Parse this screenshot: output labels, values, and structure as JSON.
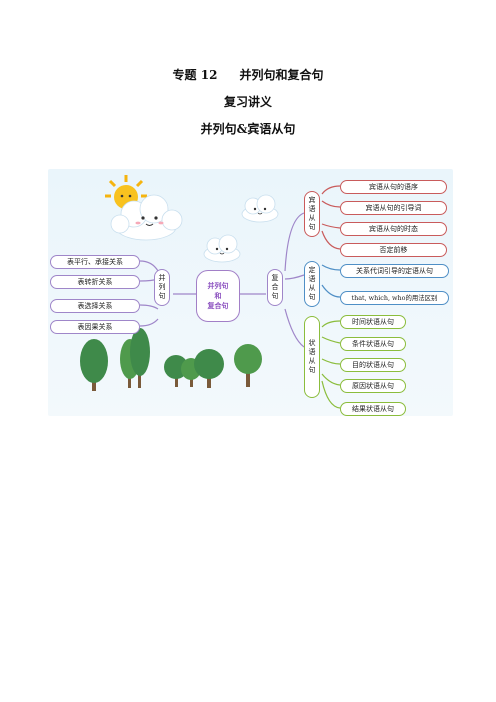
{
  "heading": {
    "topic_no": "专题 12",
    "topic_title": "并列句和复合句",
    "subtitle": "复习讲义",
    "section": "并列句&宾语从句"
  },
  "mindmap": {
    "center": [
      "并列句",
      "和",
      "复合句"
    ],
    "left_branch": {
      "label": [
        "并",
        "列",
        "句"
      ],
      "items": [
        "表平行、承接关系",
        "表转折关系",
        "表选择关系",
        "表因果关系"
      ]
    },
    "right_branch": {
      "label": [
        "复",
        "合",
        "句"
      ],
      "object_clause": {
        "label": [
          "宾",
          "语",
          "从",
          "句"
        ],
        "items": [
          "宾语从句的语序",
          "宾语从句的引导词",
          "宾语从句的时态",
          "否定前移"
        ]
      },
      "attributive_clause": {
        "label": [
          "定",
          "语",
          "从",
          "句"
        ],
        "items": [
          "关系代词引导的定语从句",
          "that, which, who的用法区别"
        ]
      },
      "adverbial_clause": {
        "label": [
          "状",
          "语",
          "从",
          "句"
        ],
        "items": [
          "时间状语从句",
          "条件状语从句",
          "目的状语从句",
          "原因状语从句",
          "结果状语从句"
        ]
      }
    },
    "colors": {
      "purple": "#9f86c9",
      "red": "#c95b5b",
      "blue": "#4f8fc6",
      "green": "#8bbd3c",
      "tree": "#3f8a4a",
      "sun": "#f5b40f"
    },
    "decorations": [
      "sun-icon",
      "cloud-icon",
      "tree-icon"
    ]
  }
}
